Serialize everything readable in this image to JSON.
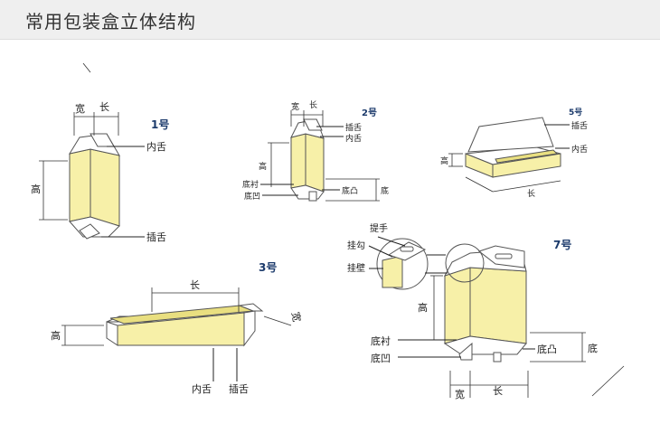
{
  "title": "常用包装盒立体结构",
  "labels": {
    "kuan": "宽",
    "chang": "长",
    "gao": "高",
    "nei_she": "内舌",
    "cha_she": "插舌",
    "di_chen": "底衬",
    "di_ao": "底凹",
    "di_tu": "底凸",
    "di": "底",
    "ti_shou": "提手",
    "gua_gou": "挂勾",
    "gua_bi": "挂壁"
  },
  "box_numbers": {
    "b1": "1号",
    "b2": "2号",
    "b3": "3号",
    "b5": "5号",
    "b7": "7号"
  }
}
